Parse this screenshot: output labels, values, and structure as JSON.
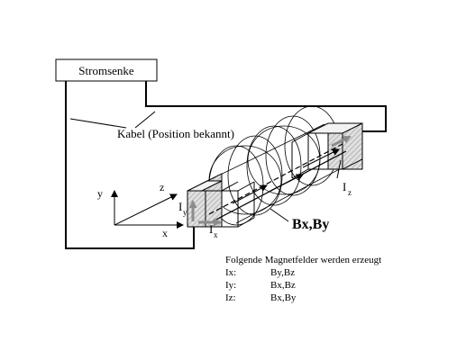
{
  "labels": {
    "sink": "Stromsenke",
    "cable": "Kabel (Position bekannt)",
    "axis_x": "x",
    "axis_y": "y",
    "axis_z": "z",
    "current_x": "I",
    "current_x_sub": "x",
    "current_y": "I",
    "current_y_sub": "y",
    "current_z": "I",
    "current_z_sub": "z",
    "field": "Bx,By"
  },
  "info": {
    "heading": "Folgende Magnetfelder werden erzeugt",
    "rows": [
      {
        "current": "Ix:",
        "fields": "By,Bz"
      },
      {
        "current": "Iy:",
        "fields": "Bx,Bz"
      },
      {
        "current": "Iz:",
        "fields": "Bx,By"
      }
    ]
  },
  "colors": {
    "line": "#000000",
    "box_fill": "#d9d9d9",
    "arrow_grey": "#8c8c8c",
    "background": "#ffffff"
  }
}
